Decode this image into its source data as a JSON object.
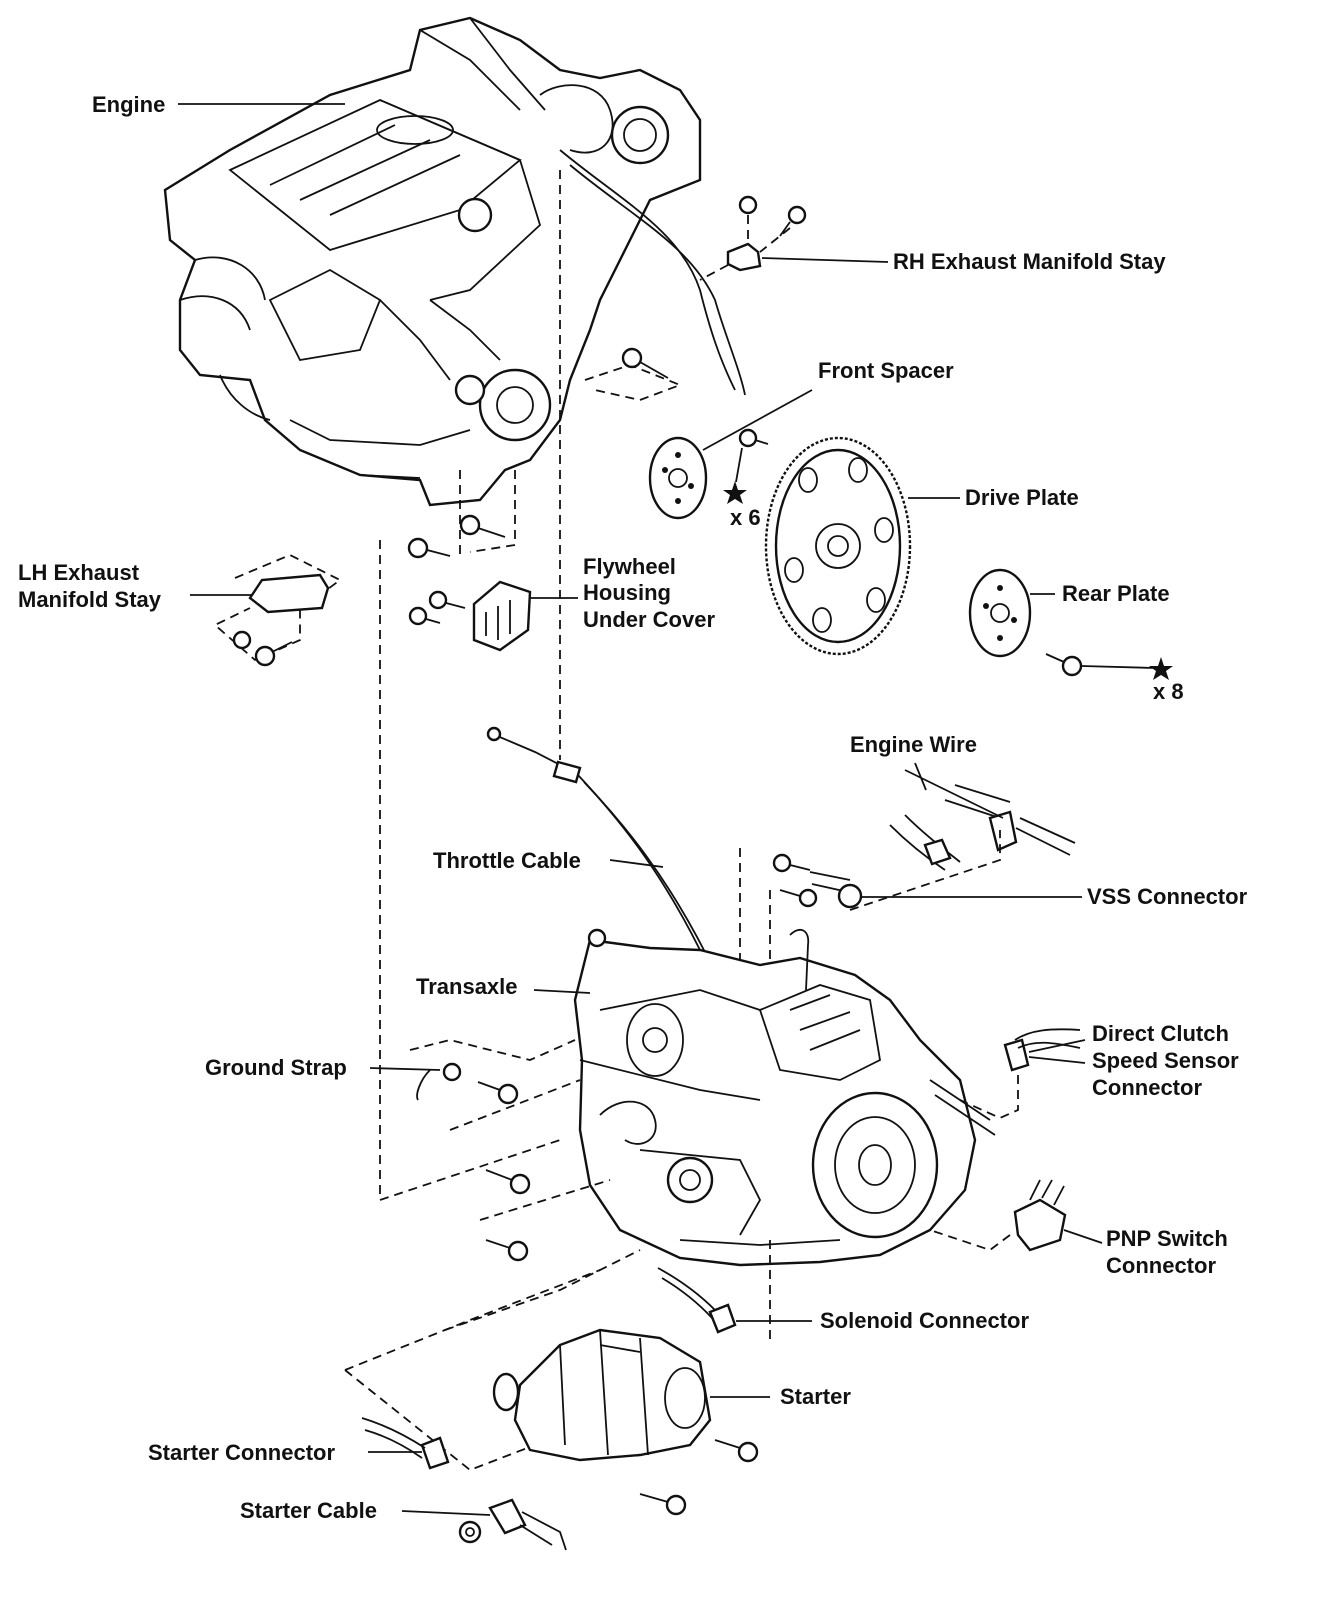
{
  "diagram": {
    "labels": {
      "engine": "Engine",
      "rh_stay": "RH Exhaust Manifold Stay",
      "front_spacer": "Front Spacer",
      "x6": "x 6",
      "drive_plate": "Drive Plate",
      "lh_stay_1": "LH Exhaust",
      "lh_stay_2": "Manifold Stay",
      "flywheel_1": "Flywheel",
      "flywheel_2": "Housing",
      "flywheel_3": "Under Cover",
      "rear_plate": "Rear Plate",
      "x8": "x 8",
      "engine_wire": "Engine Wire",
      "throttle_cable": "Throttle Cable",
      "vss_connector": "VSS Connector",
      "transaxle": "Transaxle",
      "direct_clutch_1": "Direct Clutch",
      "direct_clutch_2": "Speed Sensor",
      "direct_clutch_3": "Connector",
      "ground_strap": "Ground Strap",
      "pnp_1": "PNP Switch",
      "pnp_2": "Connector",
      "solenoid_connector": "Solenoid Connector",
      "starter": "Starter",
      "starter_connector": "Starter Connector",
      "starter_cable": "Starter Cable"
    },
    "icons": {
      "torque_star": "star-icon"
    }
  }
}
